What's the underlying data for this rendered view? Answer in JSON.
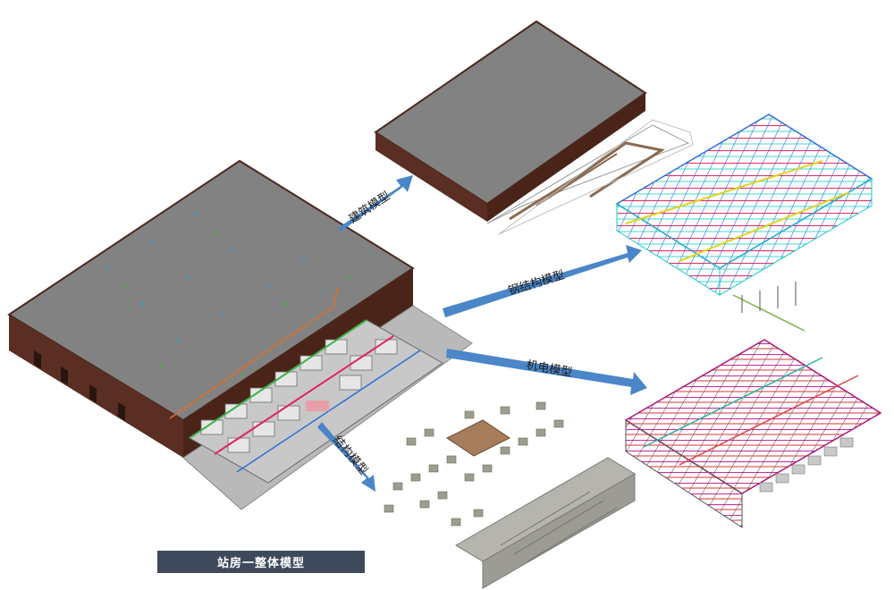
{
  "diagram": {
    "caption": "站房一整体模型",
    "arrows": [
      {
        "id": "architecture",
        "label": "建筑模型"
      },
      {
        "id": "steel",
        "label": "钢结构模型"
      },
      {
        "id": "mep",
        "label": "机电模型"
      },
      {
        "id": "structure",
        "label": "结构模型"
      }
    ]
  },
  "colors": {
    "arrow": "#4a86c8",
    "roof": "#7f7f7f",
    "wall": "#5a2e22",
    "caption_bg": "#3e4a5c"
  }
}
